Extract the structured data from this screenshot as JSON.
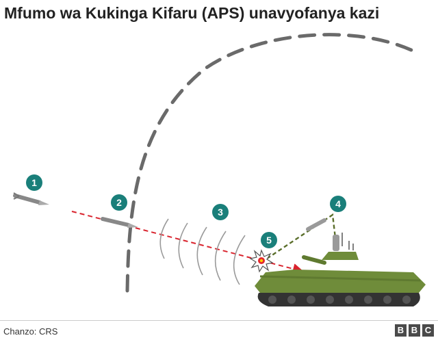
{
  "title": "Mfumo wa Kukinga Kifaru (APS) unavyofanya kazi",
  "markers": [
    {
      "label": "1"
    },
    {
      "label": "2"
    },
    {
      "label": "3"
    },
    {
      "label": "4"
    },
    {
      "label": "5"
    }
  ],
  "footer": {
    "source": "Chanzo: CRS",
    "logo_letters": [
      "B",
      "B",
      "C"
    ]
  },
  "colors": {
    "marker": "#1a7f7a",
    "incoming_path": "#d9232d",
    "countermeasure_path": "#5a6e2a",
    "missile_trajectory": "#666666",
    "tank_body": "#6f8c3a",
    "tank_track": "#333333",
    "explosion": "#e3262f"
  }
}
